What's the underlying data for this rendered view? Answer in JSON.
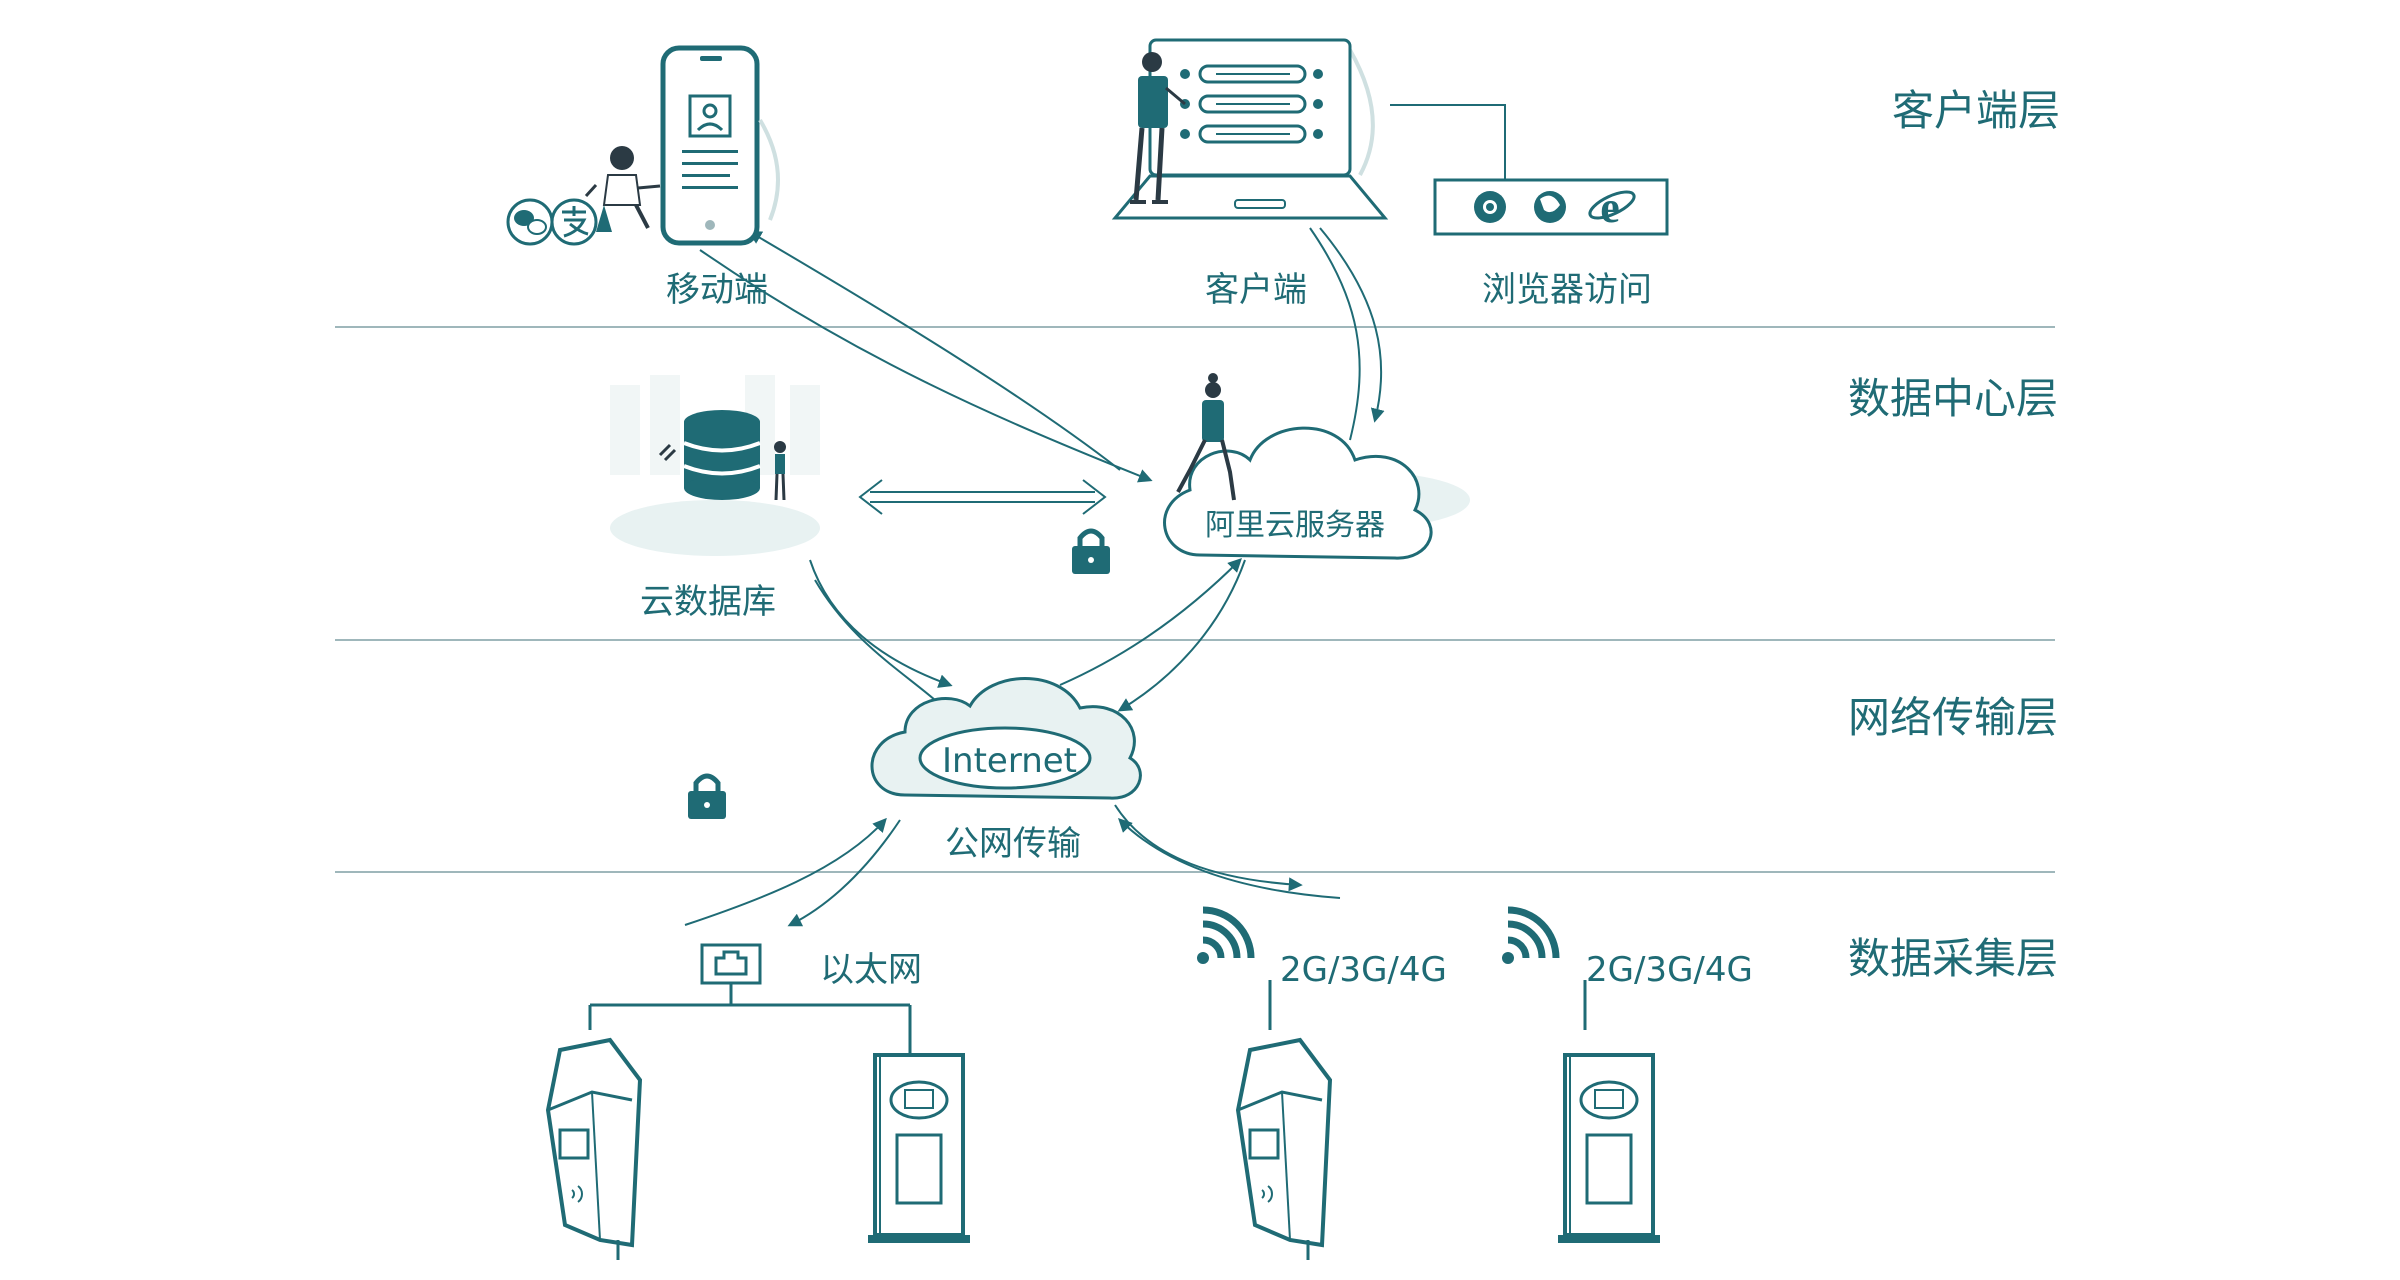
{
  "colors": {
    "primary": "#1f6b75",
    "dark": "#2b3a44",
    "light": "#e8f2f2",
    "separator": "#9fb7bb",
    "pale": "#cfe0e1"
  },
  "layers": {
    "client": "客户端层",
    "datacenter": "数据中心层",
    "network": "网络传输层",
    "collection": "数据采集层"
  },
  "nodes": {
    "mobile": "移动端",
    "client": "客户端",
    "browser": "浏览器访问",
    "cloud_db": "云数据库",
    "aliyun": "阿里云服务器",
    "internet": "Internet",
    "public_net": "公网传输",
    "ethernet": "以太网",
    "mobile_net_1": "2G/3G/4G",
    "mobile_net_2": "2G/3G/4G"
  },
  "icons": [
    "wechat-icon",
    "alipay-icon",
    "chrome-icon",
    "firefox-icon",
    "ie-icon",
    "lock-icon",
    "wifi-signal-icon",
    "ethernet-port-icon"
  ]
}
